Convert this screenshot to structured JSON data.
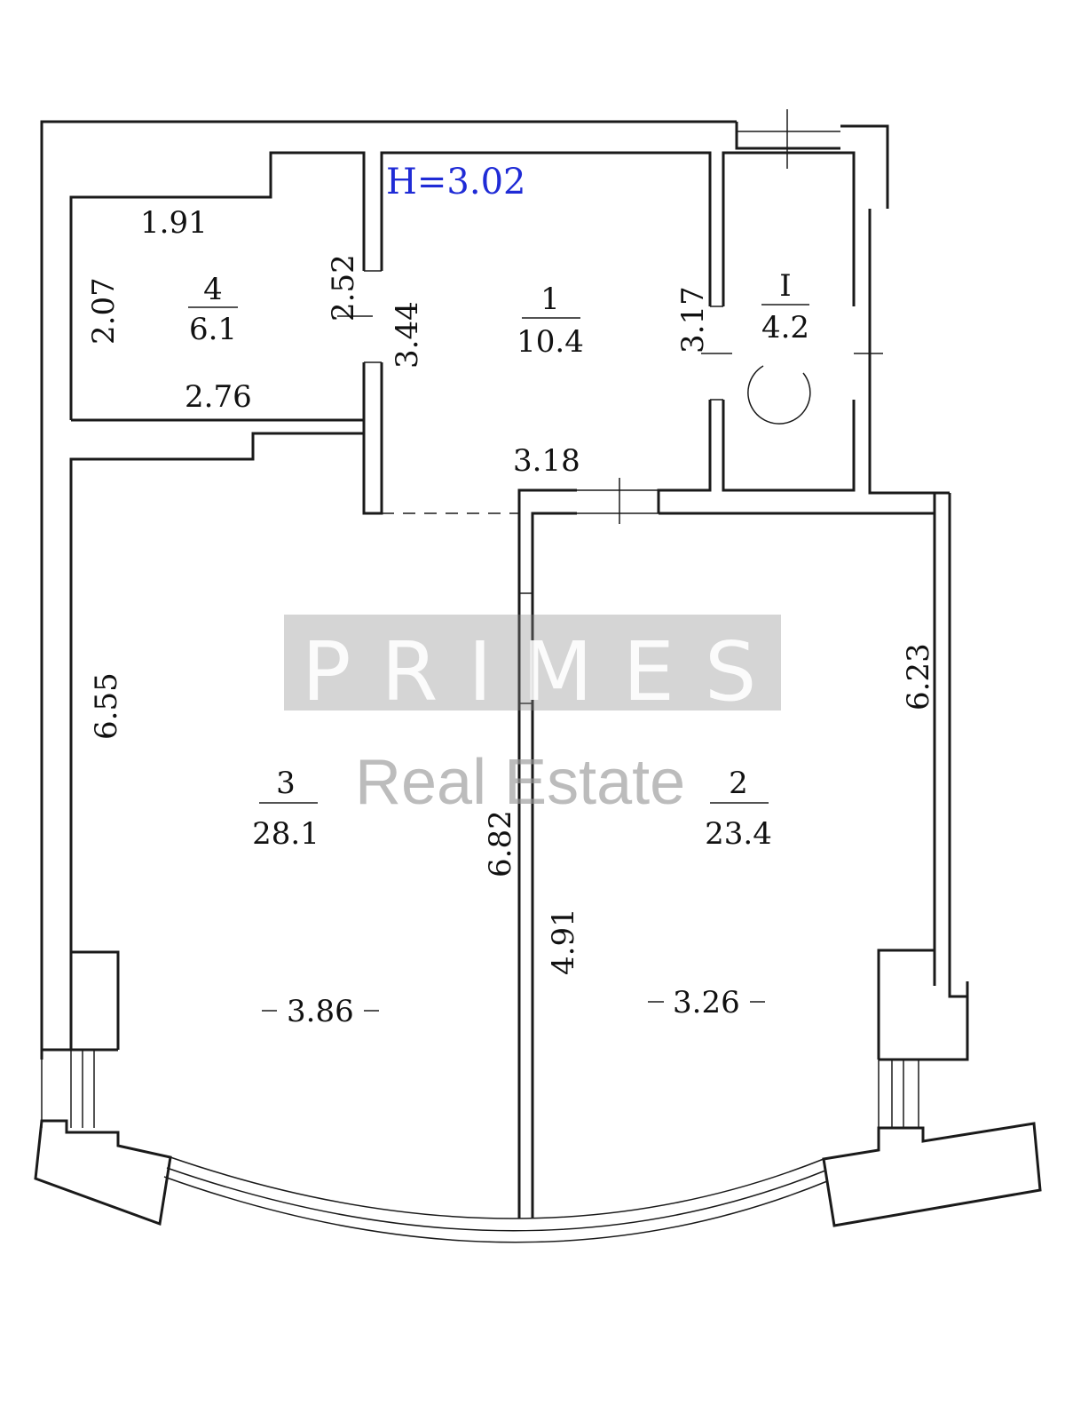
{
  "ceiling_height": "H=3.02",
  "watermark": {
    "brand": "PRIMES",
    "subtitle": "Real Estate"
  },
  "rooms": [
    {
      "number": "1",
      "area": "10.4"
    },
    {
      "number": "2",
      "area": "23.4"
    },
    {
      "number": "3",
      "area": "28.1"
    },
    {
      "number": "4",
      "area": "6.1"
    },
    {
      "number": "I",
      "area": "4.2"
    }
  ],
  "dimensions": {
    "room4_top": "1.91",
    "room4_left": "2.07",
    "room4_right": "2.52",
    "room4_bottom": "2.76",
    "room1_left": "3.44",
    "room1_right": "3.17",
    "room1_bottom": "3.18",
    "room3_left": "6.55",
    "room3_right": "6.82",
    "room3_width": "3.86",
    "room2_left": "4.91",
    "room2_right": "6.23",
    "room2_width": "3.26"
  }
}
